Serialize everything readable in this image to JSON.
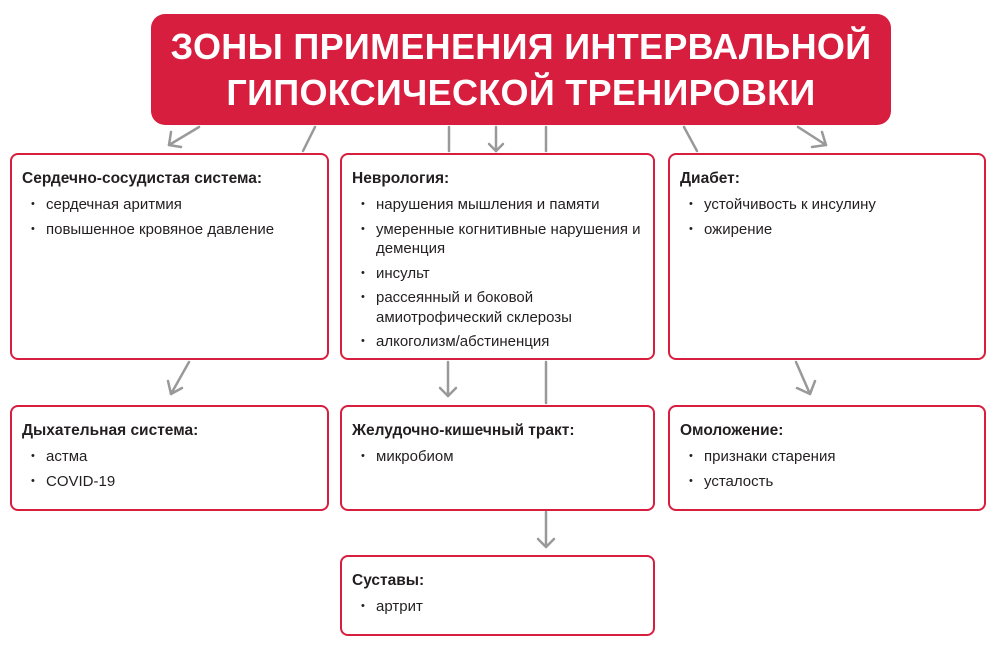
{
  "title": "ЗОНЫ ПРИМЕНЕНИЯ ИНТЕРВАЛЬНОЙ ГИПОКСИЧЕСКОЙ ТРЕНИРОВКИ",
  "colors": {
    "accent": "#d81e3f",
    "connector": "#999999",
    "text": "#231f20"
  },
  "cards": {
    "cardio": {
      "title": "Сердечно-сосудистая система:",
      "items": [
        "сердечная аритмия",
        "повышенное кровяное давление"
      ]
    },
    "neuro": {
      "title": "Неврология:",
      "items": [
        "нарушения мышления и памяти",
        "умеренные когнитивные нарушения и деменция",
        "инсульт",
        "рассеянный и боковой амиотрофический склерозы",
        "алкоголизм/абстиненция"
      ]
    },
    "diabetes": {
      "title": "Диабет:",
      "items": [
        "устойчивость к инсулину",
        "ожирение"
      ]
    },
    "respiratory": {
      "title": "Дыхательная система:",
      "items": [
        "астма",
        "COVID-19"
      ]
    },
    "gi": {
      "title": "Желудочно-кишечный тракт:",
      "items": [
        "микробиом"
      ]
    },
    "rejuvenation": {
      "title": "Омоложение:",
      "items": [
        "признаки старения",
        "усталость"
      ]
    },
    "joints": {
      "title": "Суставы:",
      "items": [
        "артрит"
      ]
    }
  }
}
